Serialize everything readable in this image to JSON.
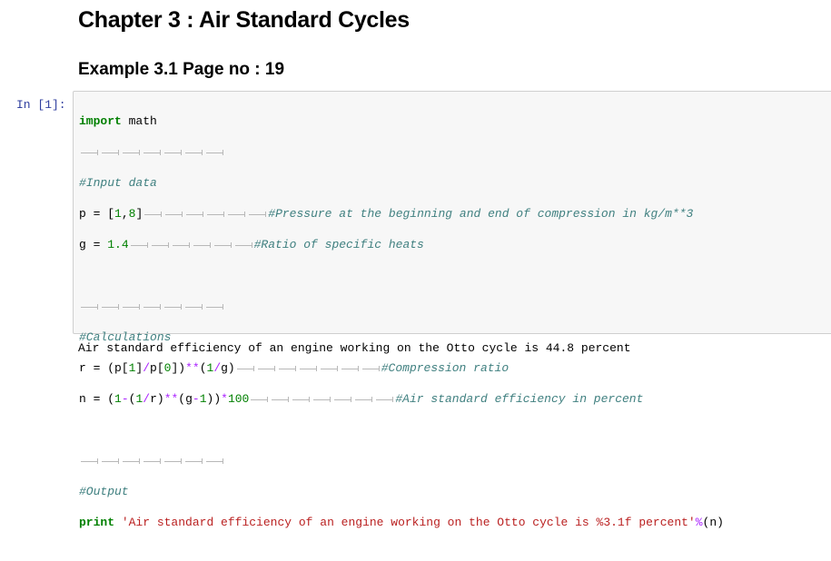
{
  "heading": "Chapter 3 : Air Standard Cycles",
  "subheading": "Example 3.1 Page no : 19",
  "cell": {
    "prompt": "In [1]:",
    "code": {
      "l1": {
        "kw": "import",
        "rest": " math"
      },
      "l3": "#Input data",
      "l4": {
        "a": "p = [",
        "n1": "1",
        "b": ",",
        "n2": "8",
        "c": "]",
        "cm": "#Pressure at the beginning and end of compression in kg/m**3"
      },
      "l5": {
        "a": "g = ",
        "n1": "1.4",
        "cm": "#Ratio of specific heats"
      },
      "l8": "#Calculations",
      "l9": {
        "a": "r = (p[",
        "n1": "1",
        "b": "]",
        "o1": "/",
        "c": "p[",
        "n2": "0",
        "d": "])",
        "o2": "**",
        "e": "(",
        "n3": "1",
        "o3": "/",
        "f": "g)",
        "cm": "#Compression ratio"
      },
      "l10": {
        "a": "n = (",
        "n1": "1",
        "o1": "-",
        "b": "(",
        "n2": "1",
        "o2": "/",
        "c": "r)",
        "o3": "**",
        "d": "(g",
        "o4": "-",
        "n3": "1",
        "e": "))",
        "o5": "*",
        "n4": "100",
        "cm": "#Air standard efficiency in percent"
      },
      "l13": "#Output",
      "l14": {
        "kw": "print",
        "sp": " ",
        "str": "'Air standard efficiency of an engine working on the Otto cycle is %3.1f percent'",
        "o1": "%",
        "rest": "(n)"
      }
    }
  },
  "output": "Air standard efficiency of an engine working on the Otto cycle is 44.8 percent"
}
